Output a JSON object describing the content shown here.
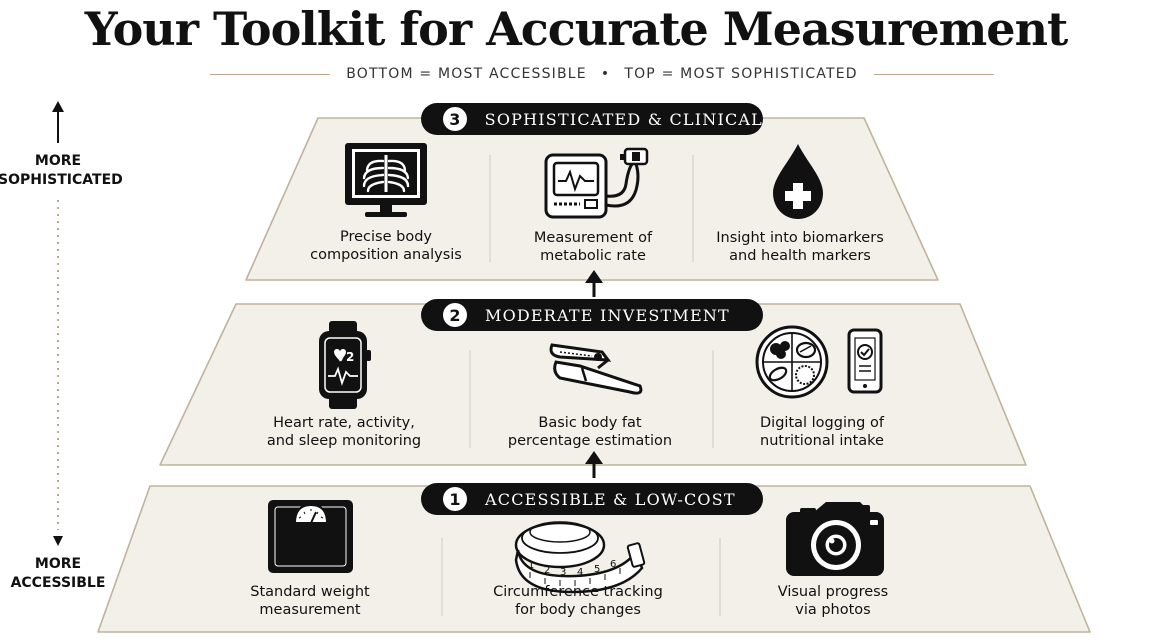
{
  "title": "Your Toolkit for Accurate Measurement",
  "subtitle": {
    "left": "BOTTOM = MOST ACCESSIBLE",
    "separator": "•",
    "right": "TOP = MOST SOPHISTICATED"
  },
  "axis": {
    "top_label_line1": "MORE",
    "top_label_line2": "SOPHISTICATED",
    "bottom_label_line1": "MORE",
    "bottom_label_line2": "ACCESSIBLE"
  },
  "tiers": [
    {
      "number": "3",
      "name": "SOPHISTICATED & CLINICAL",
      "items": [
        {
          "icon": "xray-monitor-icon",
          "line1": "Precise body",
          "line2": "composition analysis"
        },
        {
          "icon": "metabolic-cart-icon",
          "line1": "Measurement of",
          "line2": "metabolic rate"
        },
        {
          "icon": "blood-drop-icon",
          "line1": "Insight into biomarkers",
          "line2": "and health markers"
        }
      ]
    },
    {
      "number": "2",
      "name": "MODERATE INVESTMENT",
      "items": [
        {
          "icon": "smartwatch-icon",
          "watch_readout": "72",
          "line1": "Heart rate, activity,",
          "line2": "and sleep monitoring"
        },
        {
          "icon": "skinfold-caliper-icon",
          "line1": "Basic body fat",
          "line2": "percentage estimation"
        },
        {
          "icon": "food-plate-phone-icon",
          "line1": "Digital logging of",
          "line2": "nutritional intake"
        }
      ]
    },
    {
      "number": "1",
      "name": "ACCESSIBLE & LOW-COST",
      "items": [
        {
          "icon": "bathroom-scale-icon",
          "line1": "Standard weight",
          "line2": "measurement"
        },
        {
          "icon": "measuring-tape-icon",
          "tape_marks": [
            "1",
            "2",
            "3",
            "4",
            "5",
            "6"
          ],
          "line1": "Circumference tracking",
          "line2": "for body changes"
        },
        {
          "icon": "camera-icon",
          "line1": "Visual progress",
          "line2": "via photos"
        }
      ]
    }
  ],
  "colors": {
    "tier_fill": "#f3f0ea",
    "tier_border": "#bfb39c",
    "badge": "#111111",
    "rule": "#b9a98a"
  }
}
